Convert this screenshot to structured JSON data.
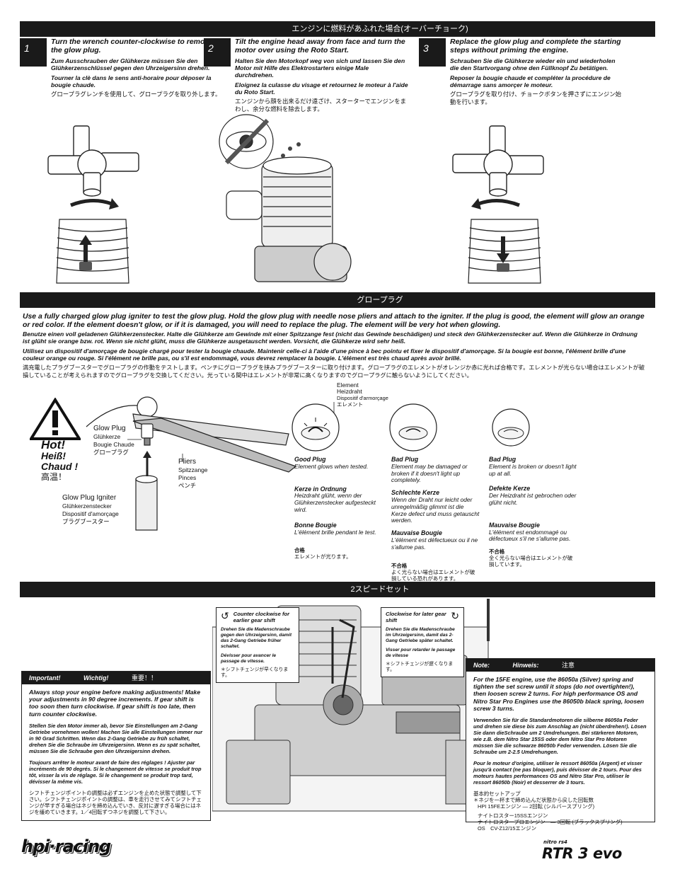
{
  "sections": {
    "flooded_title": "エンジンに燃料があふれた場合(オーバーチョーク)",
    "glowplug_title": "グロープラグ",
    "twospeed_title": "2スピードセット"
  },
  "steps": [
    {
      "num": "1",
      "en": "Turn the wrench counter-clockwise to remove the glow plug.",
      "de": "Zum Ausschrauben der Glühkerze müssen Sie den Glühkerzenschlüssel gegen den Uhrzeigersinn drehen.",
      "fr": "Tourner la clè dans le sens anti-horaire pour déposer la bougie chaude.",
      "jp": "グロープラグレンチを使用して、グロープラグを取り外します。"
    },
    {
      "num": "2",
      "en": "Tilt the engine head away from face and turn the motor over using the Roto Start.",
      "de": "Halten Sie den Motorkopf weg von sich und lassen Sie den Motor mit Hilfe des Elektrostarters einige Male durchdrehen.",
      "fr": "Eloignez la culasse du visage et retournez le moteur à l'aide du Roto Start.",
      "jp": "エンジンから顔を出来るだけ遠ざけ、スターターでエンジンをまわし、余分な燃料を除去します。"
    },
    {
      "num": "3",
      "en": "Replace the glow plug and complete the starting steps without priming the engine.",
      "de": "Schrauben Sie die Glühkerze wieder ein und wiederholen die den Startvorgang ohne den Füllknopf Zu betätigen.",
      "fr": "Reposer la bougie chaude et compléter la procédure de démarrage sans amorçer le moteur.",
      "jp": "グロープラグを取り付け、チョークボタンを押さずにエンジン始動を行います。"
    }
  ],
  "glowplug": {
    "en": "Use a fully charged glow plug igniter to test the glow plug. Hold the glow plug with needle nose pliers and attach to the igniter. If the plug is good, the element will glow an orange or red color. If the element doesn't glow, or if it is damaged, you will need to replace the plug. The element will be very hot when glowing.",
    "de": "Benutze einen voll geladenen Glühkerzenstecker. Halte die Glühkerze am Gewinde mit einer Spitzzange fest (nicht das Gewinde beschädigen) und steck den Glühkerzenstecker auf. Wenn die Glühkerze in Ordnung ist glüht sie orange bzw. rot. Wenn sie nicht glüht, muss die Glühkerze ausgetauscht werden. Vorsicht, die Glühkerze wird sehr heiß.",
    "fr": "Utilisez un dispositif d'amorçage de bougie chargé pour tester la bougie chaude. Maintenir celle-ci à l'aide d'une pince à bec pointu et fixer le dispositif d'amorçage. Si la bougie est bonne, l'élément brille d'une couleur orange ou rouge. Si l'élément ne brille pas, ou s'il est endommagé, vous devrez remplacer la bougie. L'élément est très chaud après avoir brillé.",
    "jp": "満充電したプラグブースターでグロープラグの作動をテストします。ペンチにグロープラグを挟みプラグブースターに取り付けます。グロープラグのエレメントがオレンジか赤に光れば合格です。エレメントが光らない場合はエレメントが破損していることが考えられますのでグロープラグを交換してください。光っている間中はエレメントが非常に高くなりますのでグロープラグに触らないようにしてください。"
  },
  "labels": {
    "hot": [
      "Hot!",
      "Heiß!",
      "Chaud !",
      "高温！"
    ],
    "glow_plug": [
      "Glow Plug",
      "Glühkerze",
      "Bougie Chaude",
      "グロープラグ"
    ],
    "pliers": [
      "Pliers",
      "Spitzzange",
      "Pinces",
      "ペンチ"
    ],
    "igniter": [
      "Glow Plug Igniter",
      "Glühkerzenstecker",
      "Dispositif d'amorçage",
      "プラグブースター"
    ],
    "element": [
      "Element",
      "Heizdraht",
      "Dispositif d'armorçage",
      "エレメント"
    ]
  },
  "plug_states": [
    {
      "en_h": "Good Plug",
      "en_t": "Element glows when tested.",
      "de_h": "Kerze in Ordnung",
      "de_t": "Heizdraht glüht, wenn der Glühkerzenstecker aufgesteckt wird.",
      "fr_h": "Bonne Bougie",
      "fr_t": "L'élément brille pendant le test.",
      "jp_h": "合格",
      "jp_t": "エレメントが光ります。"
    },
    {
      "en_h": "Bad Plug",
      "en_t": "Element may be damaged or broken if it doesn't light up completely.",
      "de_h": "Schlechte Kerze",
      "de_t": "Wenn der Draht nur leicht oder unregelmäßig glimmt ist die Kerze defect und muss getauscht werden.",
      "fr_h": "Mauvaise Bougie",
      "fr_t": "L'élément est défectueux ou il ne s'allume pas.",
      "jp_h": "不合格",
      "jp_t": "よく光らない場合はエレメントが破損している恐れがあります。"
    },
    {
      "en_h": "Bad Plug",
      "en_t": "Element is broken or doesn't light up at all.",
      "de_h": "Defekte Kerze",
      "de_t": "Der Heizdraht ist gebrochen oder glüht nicht.",
      "fr_h": "Mauvaise Bougie",
      "fr_t": "L'élément est endommagé ou défectueux s'il ne s'allume pas.",
      "jp_h": "不合格",
      "jp_t": "全く光らない場合はエレメントが破損しています。"
    }
  ],
  "callouts": {
    "ccw": {
      "en": "Counter clockwise for earlier gear shift",
      "de": "Drehen Sie die Madenschraube gegen den Uhrzeigersinn, damit das 2-Gang Getriebe früher schaltet.",
      "fr": "Dévisser pour avancer le passage de vitesse.",
      "jp": "＊シフトチェンジが早くなります。"
    },
    "cw": {
      "en": "Clockwise for later gear shift",
      "de": "Drehen Sie die Madenschraube im Uhrzeigersinn, damit das 2-Gang Getriebe später schaltet.",
      "fr": "Visser pour retarder le passage de vitesse",
      "jp": "＊シフトチェンジが遅くなります。"
    }
  },
  "important": {
    "header": [
      "Important!",
      "Wichtig!",
      "重要！！"
    ],
    "en": "Always stop your engine before making adjustments! Make your adjustments in 90 degree increments. If gear shift is too soon then turn clockwise. If gear shift is too late, then turn counter clockwise.",
    "de": "Stellen Sie den Motor immer ab, bevor Sie Einstellungen am 2-Gang Getriebe vornehmen wollen! Machen Sie alle Einstellungen immer nur in 90 Grad Schritten. Wenn das 2-Gang Getriebe zu früh schaltet, drehen Sie die Schraube im Uhrzeigersinn. Wenn es zu spät schaltet, müssen Sie die Schraube gen den Uhrzeigersinn drehen.",
    "fr": "Toujours arrêter le moteur avant de faire des réglages ! Ajuster par incréments de 90 degrés. Si le changement de vitesse se produit trop tôt, visser la vis de réglage. Si le changement se produit trop tard, dévisser la même vis.",
    "jp": "シフトチェンジポイントの調整は必ずエンジンを止めた状態で調整して下さい。シフトチェンジポイントの調整は、車を走行させてみてシフトチェンジが早すぎる場合はネジを締め込んでいき、反対に遅すぎる場合にはネジを緩めていきます。1／4回転ずつネジを調整して下さい。"
  },
  "note": {
    "header": [
      "Note:",
      "Hinweis:",
      "注意"
    ],
    "en": "For the 15FE engine, use the 86050a (Silver) spring and tighten the set screw until it stops (do not overtighten!), then loosen screw 2 turns. For high performance OS and Nitro Star Pro Engines use the 86050b black spring, loosen screw 3 turns.",
    "de": "Verwenden Sie für die Standardmotoren die silberne 86050a Feder und drehen sie diese bis zum Anschlag an (nicht überdrehen!). Lösen Sie dann dieSchraube um 2 Umdrehungen. Bei stärkeren Motoren, wie z.B. dem Nitro Star 15SS oder dem Nitro Star Pro Motoren müssen Sie die schwarze 86050b Feder verwenden. Lösen Sie die Schraube um 2-2.5 Umdrehungen.",
    "fr": "Pour le moteur d'origine, utiliser le ressort 86050a (Argent) et visser jusqu'à contact (ne pas bloquer), puis dévisser de 2 tours. Pour des moteurs hautes performances OS and Nitro Star Pro, utiliser le ressort 86050b (Noir) et desserrer de 3 tours.",
    "jp": [
      "基本的セットアップ",
      "＊ネジを一杯まで締め込んだ状態から戻した回転数",
      "HPI 15FEエンジン — 2回転 (シルバースプリング)",
      "ナイトロスター15SSエンジン",
      "ナイトロスタープロエンジン　— 3回転 (ブラックスプリング)",
      "OS　CV-Z12/15エンジン"
    ]
  },
  "brand": {
    "left": "hpi·racing",
    "right_small": "nitro rs4",
    "right": "RTR 3 evo"
  }
}
